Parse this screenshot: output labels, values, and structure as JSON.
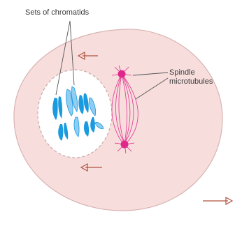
{
  "labels": {
    "chromatids": "Sets of chromatids",
    "spindle_line1": "Spindle",
    "spindle_line2": "microtubules"
  },
  "colors": {
    "cytoplasm": "#f7dedd",
    "cytoplasm_edge": "#d9b3b2",
    "nucleus": "#ffffff",
    "chromatid_dark": "#1a9be0",
    "chromatid_light": "#8fcdf2",
    "spindle": "#e0288a",
    "arrow": "#b0523d",
    "leader_line": "#555555"
  },
  "icons": {
    "arrows": [
      "arrow-left-icon",
      "arrow-left-icon",
      "arrow-right-icon"
    ]
  }
}
